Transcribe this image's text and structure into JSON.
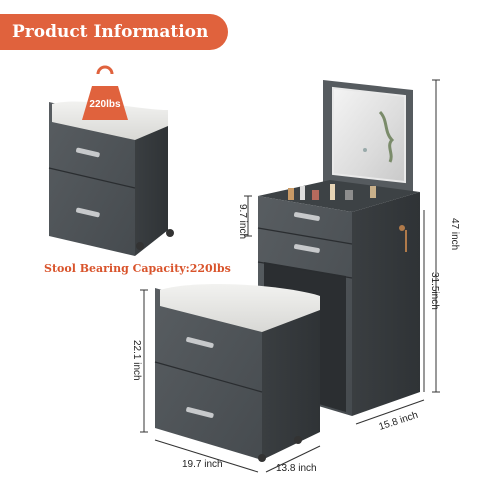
{
  "header": {
    "title": "Product Information"
  },
  "stool_badge": {
    "weight": "220lbs"
  },
  "caption": {
    "text": "Stool Bearing Capacity:220lbs"
  },
  "dimensions": {
    "drawer_height": "9.7 inch",
    "vanity_height": "47 inch",
    "leg_height": "31.5inch",
    "vanity_depth": "15.8 inch",
    "stool_height": "22.1 inch",
    "stool_width": "19.7 inch",
    "stool_depth": "13.8 inch"
  },
  "colors": {
    "banner": "#e0623d",
    "caption": "#d9542c",
    "cabinet": "#4a4f53",
    "cushion": "#ececea"
  }
}
